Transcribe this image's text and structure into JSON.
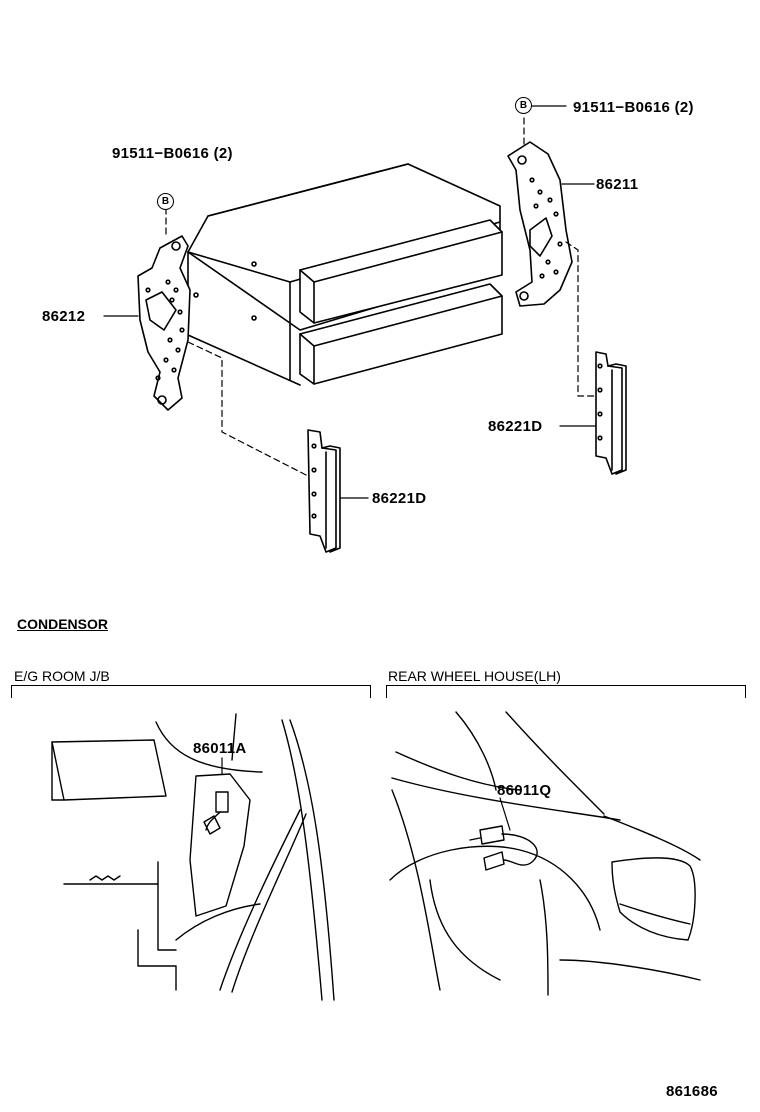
{
  "parts": {
    "bolt_left": "91511−B0616 (2)",
    "bolt_right": "91511−B0616 (2)",
    "bolt_symbol": "B",
    "bracket_left": "86212",
    "bracket_right": "86211",
    "cover_left": "86221D",
    "cover_right": "86221D",
    "wire_eg": "86011A",
    "wire_rear": "86011Q"
  },
  "sections": {
    "condensor": "CONDENSOR",
    "eg_room": "E/G ROOM J/B",
    "rear_wheel": "REAR WHEEL HOUSE(LH)"
  },
  "diagram_number": "861686"
}
